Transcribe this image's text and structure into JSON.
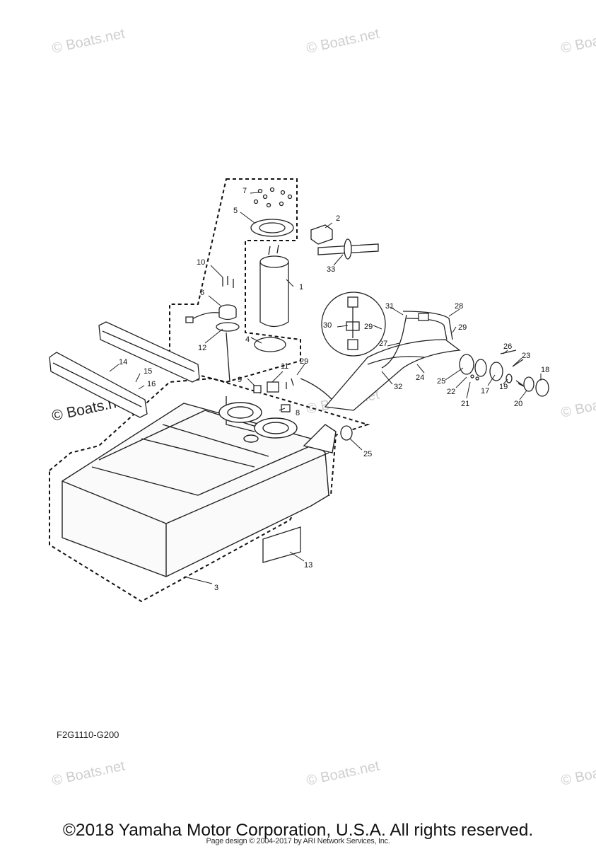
{
  "diagram": {
    "code": "F2G1110-G200",
    "callouts": [
      "1",
      "2",
      "3",
      "4",
      "5",
      "6",
      "7",
      "8",
      "9",
      "10",
      "11",
      "12",
      "13",
      "14",
      "15",
      "16",
      "17",
      "18",
      "19",
      "20",
      "21",
      "22",
      "23",
      "24",
      "25",
      "25",
      "26",
      "27",
      "28",
      "29",
      "29",
      "29",
      "30",
      "31",
      "32",
      "33"
    ]
  },
  "watermarks": {
    "text": "© Boats.net"
  },
  "footer": {
    "copyright": "©2018 Yamaha Motor Corporation, U.S.A. All rights reserved.",
    "page_design": "Page design © 2004-2017 by ARI Network Services, Inc."
  }
}
